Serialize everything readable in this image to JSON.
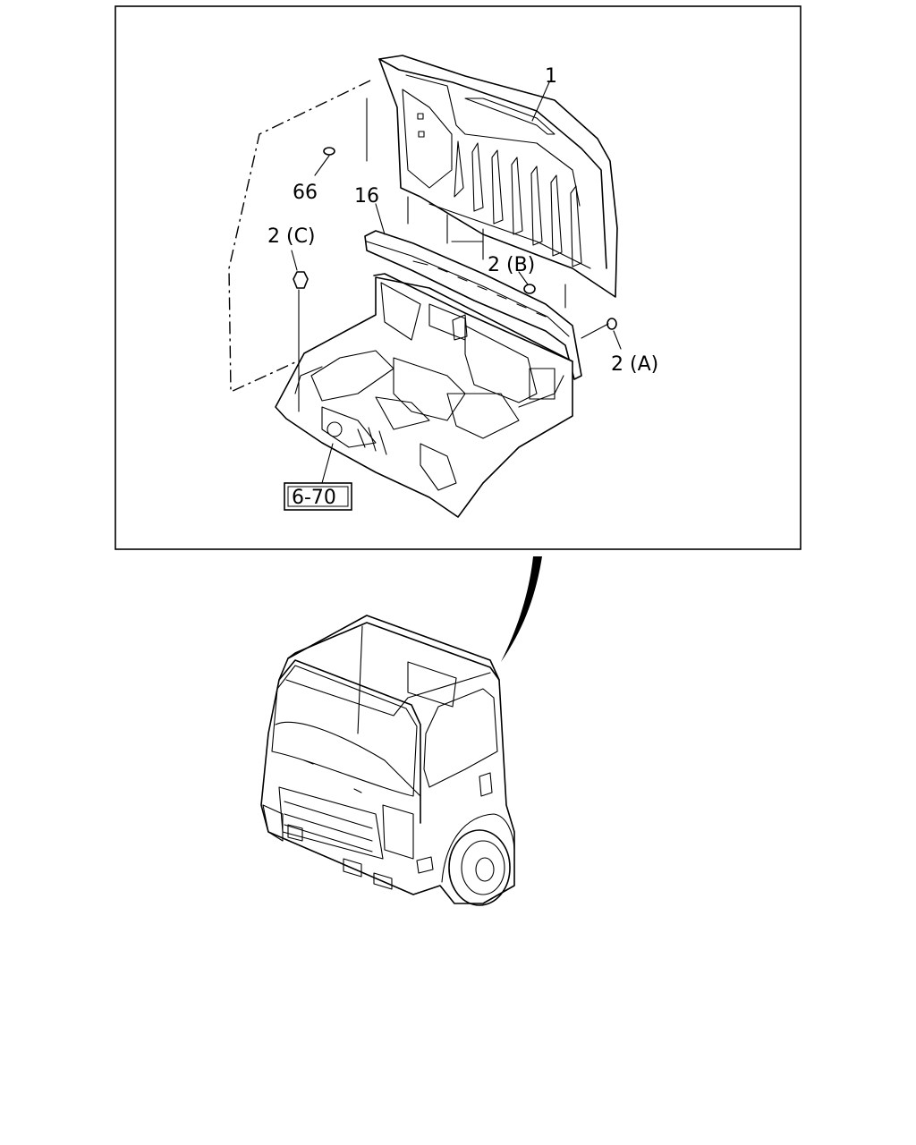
{
  "callouts": {
    "part_1": "1",
    "part_66": "66",
    "part_16": "16",
    "part_2c": "2 (C)",
    "part_2b": "2 (B)",
    "part_2a": "2 (A)",
    "ref_box": "6-70"
  },
  "icons": {
    "back_panel": "rear-cab-panel-icon",
    "floor_panel": "cab-floor-panel-icon",
    "truck_cab": "truck-cab-icon"
  }
}
